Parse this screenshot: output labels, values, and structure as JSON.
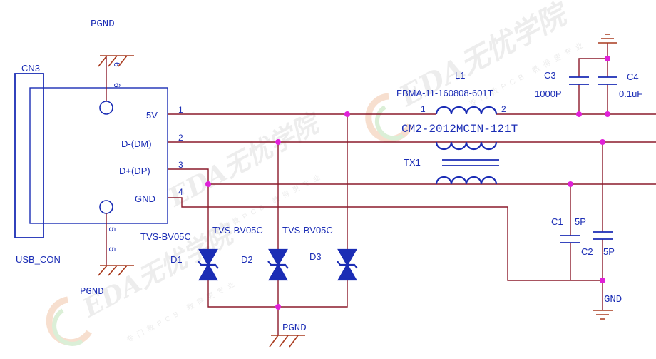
{
  "connector": {
    "ref": "CN3",
    "name": "USB_CON",
    "pin_numbers": [
      "1",
      "2",
      "3",
      "4",
      "5",
      "6"
    ]
  },
  "pins": {
    "vbus": "5V",
    "dm": "D-(DM)",
    "dp": "D+(DP)",
    "gnd": "GND"
  },
  "nets": {
    "pgnd_top": "PGND",
    "pgnd_left": "PGND",
    "pgnd_bottom": "PGND",
    "gnd_right": "GND"
  },
  "diodes": [
    {
      "ref": "D1",
      "value": "TVS-BV05C"
    },
    {
      "ref": "D2",
      "value": "TVS-BV05C"
    },
    {
      "ref": "D3",
      "value": "TVS-BV05C"
    }
  ],
  "inductor": {
    "ref": "L1",
    "value": "FBMA-11-160808-601T",
    "pin1": "1",
    "pin2": "2"
  },
  "choke": {
    "part": "CM2-2012MCIN-121T",
    "ref": "TX1"
  },
  "caps": [
    {
      "ref": "C3",
      "value": "1000P"
    },
    {
      "ref": "C4",
      "value": "0.1uF"
    },
    {
      "ref": "C1",
      "value": "5P"
    },
    {
      "ref": "C2",
      "value": "5P"
    }
  ],
  "watermark": {
    "brand": "EDA无忧学院",
    "sub": "专门教PCB 教得更专业"
  },
  "colors": {
    "wire": "#8b1a2b",
    "component": "#1b2db5",
    "junction": "#e020d8",
    "text": "#1b2db5",
    "gnd": "#a83a1e"
  }
}
